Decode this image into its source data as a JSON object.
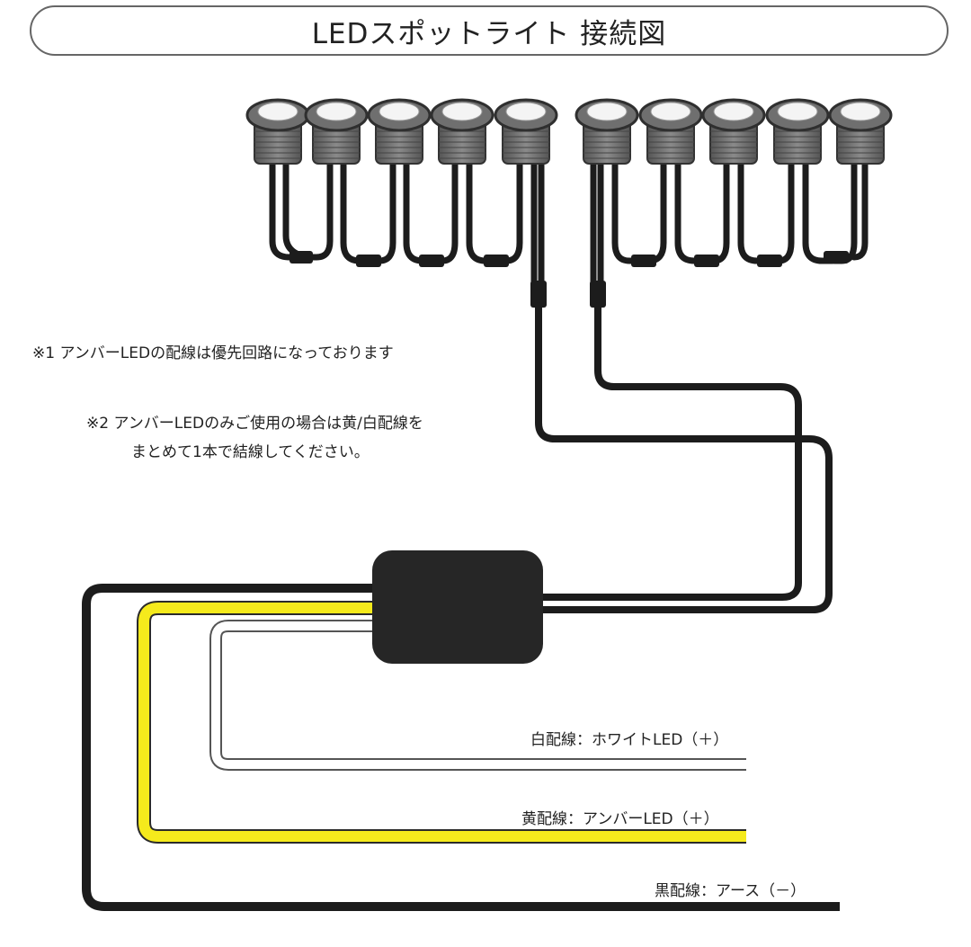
{
  "title": "LEDスポットライト 接続図",
  "notes": {
    "note1": "※1 アンバーLEDの配線は優先回路になっております",
    "note2_line1": "※2 アンバーLEDのみご使用の場合は黄/白配線を",
    "note2_line2": "まとめて1本で結線してください。"
  },
  "wires": {
    "white_label": "白配線：ホワイトLED（＋）",
    "yellow_label": "黄配線：アンバーLED（＋）",
    "black_label": "黒配線：アース（－）",
    "white_color": "#ffffff",
    "yellow_color": "#f5ea1c",
    "black_color": "#1c1c1c"
  },
  "lights": {
    "count": 10,
    "icon": "led-spotlight-icon"
  },
  "controller": {
    "icon": "controller-box-icon",
    "color": "#262626"
  }
}
